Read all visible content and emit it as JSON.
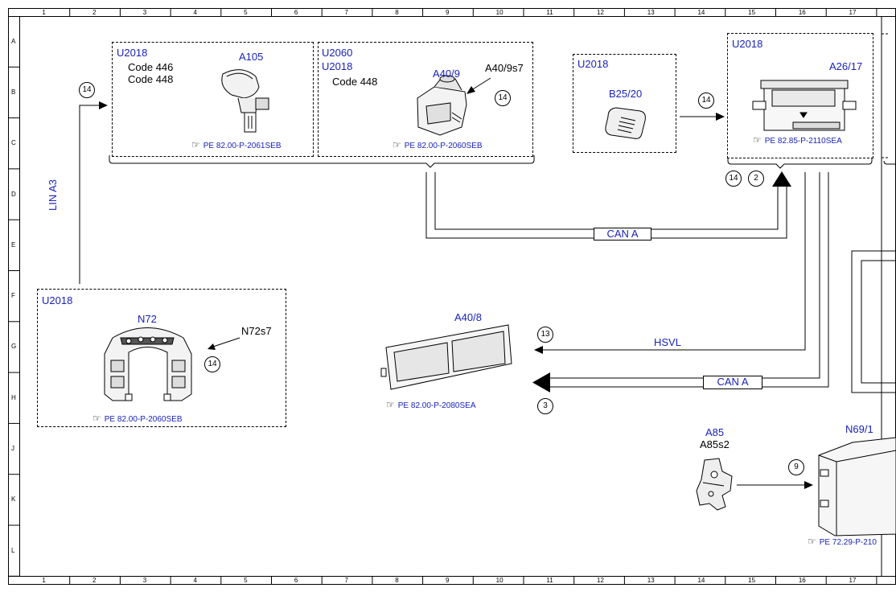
{
  "ruler": {
    "columns": [
      "1",
      "2",
      "3",
      "4",
      "5",
      "6",
      "7",
      "8",
      "9",
      "10",
      "11",
      "12",
      "13",
      "14",
      "15",
      "16",
      "17"
    ],
    "rows": [
      "A",
      "B",
      "C",
      "D",
      "E",
      "F",
      "G",
      "H",
      "J",
      "K",
      "L"
    ]
  },
  "boxes": {
    "a105": {
      "group": "U2018",
      "codes": [
        "Code 446",
        "Code 448"
      ],
      "component": "A105",
      "ref": "PE 82.00-P-2061SEB"
    },
    "a409": {
      "group1": "U2060",
      "group2": "U2018",
      "code": "Code 448",
      "component": "A40/9",
      "switch": "A40/9s7",
      "bubble": "14",
      "ref": "PE 82.00-P-2060SEB"
    },
    "b2520": {
      "group": "U2018",
      "component": "B25/20"
    },
    "a2617": {
      "group": "U2018",
      "component": "A26/17",
      "ref": "PE 82.85-P-2110SEA"
    },
    "n72": {
      "group": "U2018",
      "component": "N72",
      "switch": "N72s7",
      "bubble": "14",
      "ref": "PE 82.00-P-2060SEB"
    }
  },
  "lines": {
    "lin_a3": "LIN A3",
    "can_a_top": "CAN A",
    "can_a_mid": "CAN A",
    "hsvl": "HSVL"
  },
  "bubbles": {
    "left_top": "14",
    "b2520_arrow": "14",
    "a2617_left": "14",
    "a2617_right": "2",
    "hsvl": "13",
    "can_mid": "3",
    "n691": "9"
  },
  "a408": {
    "component": "A40/8",
    "ref": "PE 82.00-P-2080SEA"
  },
  "a85": {
    "component": "A85",
    "switch": "A85s2"
  },
  "n691": {
    "component": "N69/1",
    "ref": "PE 72.29-P-210"
  },
  "hand_icon": "pointing-hand-icon",
  "colors": {
    "label_blue": "#1a22b8",
    "line": "#000000"
  }
}
